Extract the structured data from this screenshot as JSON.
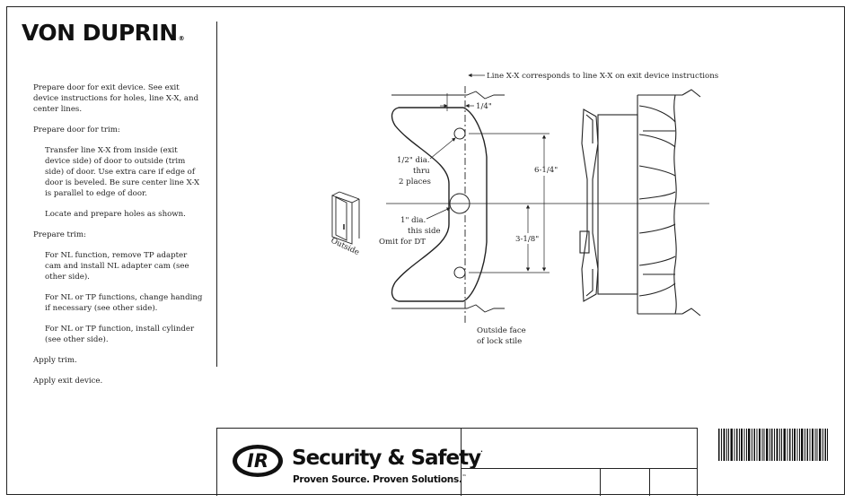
{
  "brand": {
    "name": "VON DUPRIN",
    "reg_mark": "®"
  },
  "instructions": [
    {
      "text": "Prepare door for exit device. See exit device instructions for holes, line X-X, and center lines.",
      "indent": false
    },
    {
      "text": "Prepare door for trim:",
      "indent": false
    },
    {
      "text": "Transfer line X-X from inside (exit device side) of door to outside (trim side) of door. Use extra care if edge of door is beveled. Be sure center line X-X is parallel to edge of door.",
      "indent": true
    },
    {
      "text": "Locate and prepare holes as shown.",
      "indent": true
    },
    {
      "text": "Prepare trim:",
      "indent": false
    },
    {
      "text": "For NL function, remove TP adapter cam and install NL adapter cam (see other side).",
      "indent": true
    },
    {
      "text": "For NL or TP functions, change handing if necessary (see other side).",
      "indent": true
    },
    {
      "text": "For NL or TP function, install cylinder (see other side).",
      "indent": true
    },
    {
      "text": "Apply trim.",
      "indent": false
    },
    {
      "text": "Apply exit device.",
      "indent": false
    }
  ],
  "drawing": {
    "line_xx_note": "Line X-X corresponds to line X-X on exit device instructions",
    "dim_quarter": "1/4\"",
    "dim_six_quarter": "6-1/4\"",
    "dim_three_eighth": "3-1/8\"",
    "hole_small": [
      "1/2\" dia.",
      "thru",
      "2 places"
    ],
    "hole_large": [
      "1\" dia.",
      "this side",
      "Omit for DT"
    ],
    "stile_label": [
      "Outside face",
      "of lock stile"
    ],
    "door_icon_label": "Outside"
  },
  "title_block": {
    "ir_mark": "IR",
    "company": "Security & Safety",
    "company_tm": ".",
    "tagline": "Proven Source. Proven Solutions.",
    "tagline_tm": "™"
  },
  "colors": {
    "ink": "#1a1a1a",
    "paper": "#ffffff"
  }
}
